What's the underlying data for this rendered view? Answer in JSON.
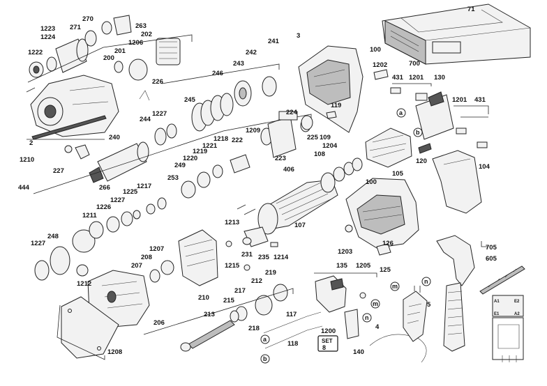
{
  "labels": [
    {
      "id": "l270",
      "text": "270"
    },
    {
      "id": "l263",
      "text": "263"
    },
    {
      "id": "l1223",
      "text": "1223"
    },
    {
      "id": "l1224",
      "text": "1224"
    },
    {
      "id": "l271",
      "text": "271"
    },
    {
      "id": "l202",
      "text": "202"
    },
    {
      "id": "l1206",
      "text": "1206"
    },
    {
      "id": "l1222",
      "text": "1222"
    },
    {
      "id": "l201",
      "text": "201"
    },
    {
      "id": "l200",
      "text": "200"
    },
    {
      "id": "l241",
      "text": "241"
    },
    {
      "id": "l242",
      "text": "242"
    },
    {
      "id": "l243",
      "text": "243"
    },
    {
      "id": "l246",
      "text": "246"
    },
    {
      "id": "l226",
      "text": "226"
    },
    {
      "id": "l3",
      "text": "3"
    },
    {
      "id": "l100a",
      "text": "100"
    },
    {
      "id": "l1202",
      "text": "1202"
    },
    {
      "id": "l71",
      "text": "71"
    },
    {
      "id": "l700",
      "text": "700"
    },
    {
      "id": "l431a",
      "text": "431"
    },
    {
      "id": "l1201a",
      "text": "1201"
    },
    {
      "id": "l130",
      "text": "130"
    },
    {
      "id": "l1201b",
      "text": "1201"
    },
    {
      "id": "l431b",
      "text": "431"
    },
    {
      "id": "l245",
      "text": "245"
    },
    {
      "id": "l1227a",
      "text": "1227"
    },
    {
      "id": "l244",
      "text": "244"
    },
    {
      "id": "l119",
      "text": "119"
    },
    {
      "id": "l224",
      "text": "224"
    },
    {
      "id": "l225",
      "text": "225"
    },
    {
      "id": "l1209",
      "text": "1209"
    },
    {
      "id": "l109",
      "text": "109"
    },
    {
      "id": "l1204",
      "text": "1204"
    },
    {
      "id": "l108",
      "text": "108"
    },
    {
      "id": "l2",
      "text": "2"
    },
    {
      "id": "l1210",
      "text": "1210"
    },
    {
      "id": "l240",
      "text": "240"
    },
    {
      "id": "l1218",
      "text": "1218"
    },
    {
      "id": "l222",
      "text": "222"
    },
    {
      "id": "l1221",
      "text": "1221"
    },
    {
      "id": "l1219",
      "text": "1219"
    },
    {
      "id": "l1220",
      "text": "1220"
    },
    {
      "id": "l227",
      "text": "227"
    },
    {
      "id": "l249",
      "text": "249"
    },
    {
      "id": "l223",
      "text": "223"
    },
    {
      "id": "l406",
      "text": "406"
    },
    {
      "id": "l120",
      "text": "120"
    },
    {
      "id": "l104",
      "text": "104"
    },
    {
      "id": "l253",
      "text": "253"
    },
    {
      "id": "l266",
      "text": "266"
    },
    {
      "id": "l1225",
      "text": "1225"
    },
    {
      "id": "l1217",
      "text": "1217"
    },
    {
      "id": "l444",
      "text": "444"
    },
    {
      "id": "l105",
      "text": "105"
    },
    {
      "id": "l100b",
      "text": "100"
    },
    {
      "id": "l1227b",
      "text": "1227"
    },
    {
      "id": "l1226",
      "text": "1226"
    },
    {
      "id": "l1211",
      "text": "1211"
    },
    {
      "id": "l1213",
      "text": "1213"
    },
    {
      "id": "l107",
      "text": "107"
    },
    {
      "id": "l248",
      "text": "248"
    },
    {
      "id": "l1227c",
      "text": "1227"
    },
    {
      "id": "l1207",
      "text": "1207"
    },
    {
      "id": "l231",
      "text": "231"
    },
    {
      "id": "l235",
      "text": "235"
    },
    {
      "id": "l1203",
      "text": "1203"
    },
    {
      "id": "l126",
      "text": "126"
    },
    {
      "id": "l705",
      "text": "705"
    },
    {
      "id": "l208",
      "text": "208"
    },
    {
      "id": "l1215",
      "text": "1215"
    },
    {
      "id": "l1214",
      "text": "1214"
    },
    {
      "id": "l125",
      "text": "125"
    },
    {
      "id": "l605",
      "text": "605"
    },
    {
      "id": "l207",
      "text": "207"
    },
    {
      "id": "l1212",
      "text": "1212"
    },
    {
      "id": "l219",
      "text": "219"
    },
    {
      "id": "l135",
      "text": "135"
    },
    {
      "id": "l1205",
      "text": "1205"
    },
    {
      "id": "l212",
      "text": "212"
    },
    {
      "id": "l217",
      "text": "217"
    },
    {
      "id": "l210",
      "text": "210"
    },
    {
      "id": "l215",
      "text": "215"
    },
    {
      "id": "l5",
      "text": "5"
    },
    {
      "id": "l206",
      "text": "206"
    },
    {
      "id": "l213",
      "text": "213"
    },
    {
      "id": "l117",
      "text": "117"
    },
    {
      "id": "l218",
      "text": "218"
    },
    {
      "id": "l1200",
      "text": "1200"
    },
    {
      "id": "l4",
      "text": "4"
    },
    {
      "id": "l118",
      "text": "118"
    },
    {
      "id": "l1208",
      "text": "1208"
    },
    {
      "id": "l140",
      "text": "140"
    }
  ],
  "tags": [
    {
      "id": "ta1",
      "text": "a"
    },
    {
      "id": "tb1",
      "text": "b"
    },
    {
      "id": "ta2",
      "text": "a"
    },
    {
      "id": "tb2",
      "text": "b"
    },
    {
      "id": "tm1",
      "text": "m"
    },
    {
      "id": "tn1",
      "text": "n"
    },
    {
      "id": "tm2",
      "text": "m"
    },
    {
      "id": "tn2",
      "text": "n"
    }
  ],
  "set_badge": {
    "line1": "SET",
    "line2": "8"
  },
  "schematic": {
    "a1": "A1",
    "e2": "E2",
    "e1": "E1",
    "a2": "A2"
  }
}
